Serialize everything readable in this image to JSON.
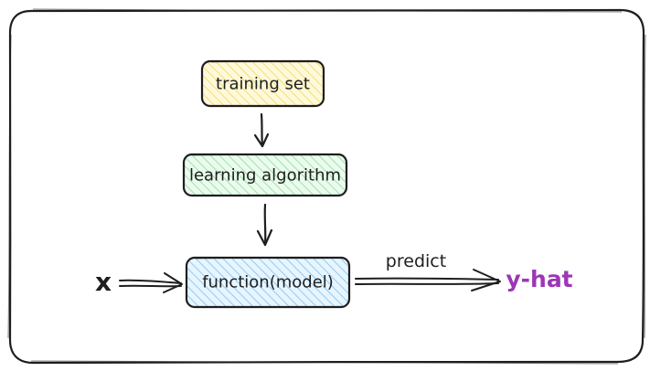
{
  "nodes": {
    "training_set": "training set",
    "learning_algorithm": "learning algorithm",
    "function_model": "function(model)"
  },
  "labels": {
    "input": "x",
    "edge_predict": "predict",
    "output": "y-hat"
  },
  "colors": {
    "stroke": "#1e1e1e",
    "training_set_fill": "#ffec99",
    "learning_algorithm_fill": "#b2f2bb",
    "function_model_fill": "#a5d8ff",
    "output_text": "#9c36b5"
  }
}
